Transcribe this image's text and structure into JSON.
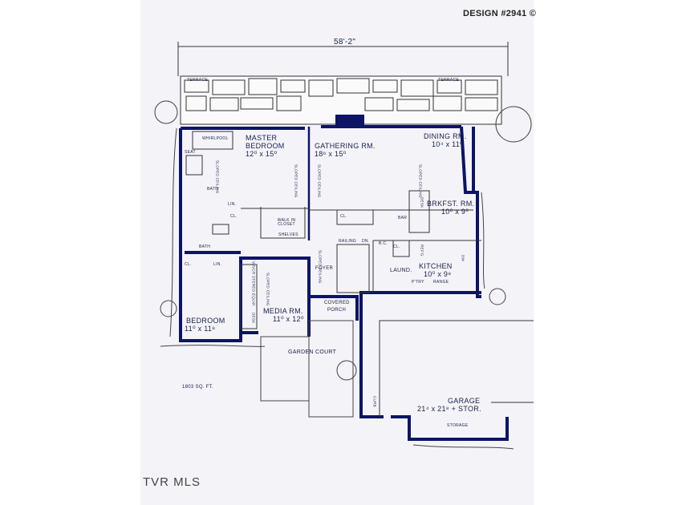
{
  "design_label": "DESIGN #2941 ©",
  "overall_dimension": "58'-2\"",
  "sq_ft": "1803 SQ. FT.",
  "watermark": "TVR MLS",
  "colors": {
    "wall": "#0d1466",
    "paper": "#f4f4f8",
    "line": "#333"
  },
  "rooms": {
    "master_bedroom": {
      "name": "MASTER BEDROOM",
      "name1": "MASTER",
      "name2": "BEDROOM",
      "dims": "12⁰ x 15⁰"
    },
    "gathering": {
      "name": "GATHERING RM.",
      "dims": "18⁶ x 15⁰"
    },
    "dining": {
      "name": "DINING RM.",
      "dims": "10⁴ x 11⁰"
    },
    "brkfst": {
      "name": "BRKFST. RM.",
      "dims": "10⁰ x 9⁰"
    },
    "kitchen": {
      "name": "KITCHEN",
      "dims": "10⁰ x 9⁸"
    },
    "media": {
      "name": "MEDIA RM.",
      "dims": "11⁰ x 12⁰"
    },
    "bedroom": {
      "name": "BEDROOM",
      "dims": "11⁰ x 11⁸"
    },
    "garage": {
      "name": "GARAGE",
      "dims": "21⁴ x 21⁸ + STOR."
    }
  },
  "labels": {
    "terrace_left": "TERRACE",
    "terrace_right": "TERRACE",
    "whirlpool": "WHIRLPOOL",
    "seat": "SEAT",
    "bath1": "BATH",
    "bath2": "BATH",
    "lin1": "LIN.",
    "lin2": "LIN.",
    "cl1": "CL.",
    "cl2": "CL.",
    "cl3": "CL.",
    "cl4": "CL.",
    "walk_in_closet": "WALK IN CLOSET",
    "shelves": "SHELVES",
    "sloped_ceiling": "SLOPED CEILING",
    "bar": "BAR",
    "desk": "DESK",
    "railing": "RAILING",
    "dn": "DN.",
    "bc": "B.C.",
    "refg": "REF'G",
    "laund": "LAUND.",
    "ptry": "P'TRY",
    "range": "RANGE",
    "dw": "DW",
    "foyer": "FOYER",
    "covered_porch1": "COVERED",
    "covered_porch2": "PORCH",
    "tv_equip": "T.V./VCR STEREO EQUIP.",
    "desk2": "DESK",
    "garden_court": "GARDEN   COURT",
    "curb": "CURB",
    "storage": "STORAGE"
  }
}
